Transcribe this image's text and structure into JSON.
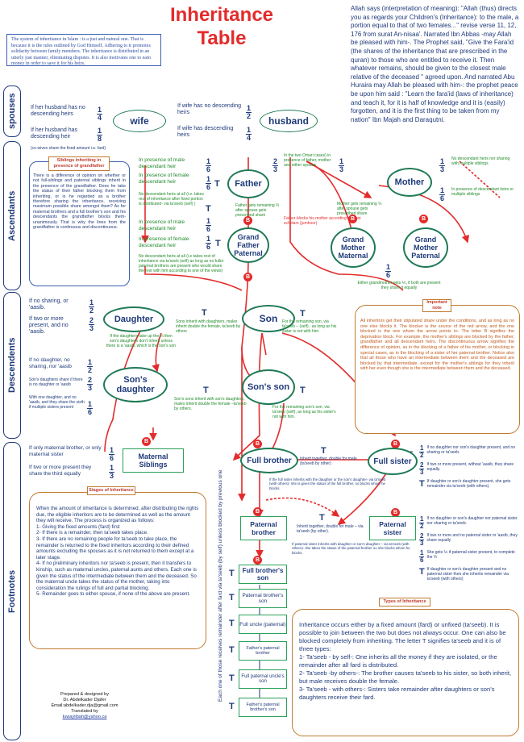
{
  "title": "Inheritance Table",
  "quote": "Allah says (interpretation of meaning): \"Allah (thus) directs you as regards your Children's (Inheritance): to the male, a portion equal to that of two females...\" revise verse 11, 12, 176 from surat An-nisaa'. Narrated Ibn Abbas -may Allah be pleased with him-. The Prophet said, \"Give the Fara'id (the shares of the inheritance that are prescribed in the quran) to those who are entitled to receive it. Then whatever remains, should be given to the closest male relative of the deceased \" agreed upon. And narrated Abu Huraira may Allah be pleased with him-: the prophet peace be upon him said : \"Learn the fara'id (laws of inheritance) and teach it, for it is half of knowledge and it is (easily) forgotten, and it is the first thing to be taken from my nation\" Ibn Majah and Daraqutni.",
  "intro": "The system of inheritance in Islam : is a just and natural one. That is because it is the rules outlined by God Himself. Adhering to it promotes solidarity between family members. The inheritance is distributed in an utterly just manner, eliminating disputes. It is also motivates one to earn money in order to save it for his heirs.",
  "sections": {
    "spouses": "spouses",
    "ascendants": "Ascendants",
    "descendants": "Descendents",
    "footnotes": "Footnotes"
  },
  "spouses": {
    "wife": "wife",
    "husband": "husband",
    "wife_a": "If her husband has no descending heirs",
    "wife_a_f": [
      "1",
      "4"
    ],
    "wife_b": "If her husband has descending heir",
    "wife_b_f": [
      "1",
      "8"
    ],
    "wife_note": "(co-wives share the fixed amount i.e. fard)",
    "hus_a": "If wife has no descending heirs",
    "hus_a_f": [
      "1",
      "2"
    ],
    "hus_b": "If wife has descending heirs",
    "hus_b_f": [
      "1",
      "4"
    ]
  },
  "siblings_box": {
    "tag": "Siblings inheriting in presence of grandfather",
    "text": "There is a difference of opinion on whether or not full-siblings and paternal siblings inherit in the presence of the grandfather. Does he take the status of their father blocking them from inheriting, or is he regarded as a brother therefore sharing the inheritance, receiving maximum possible share amongst them? As for maternal brothers and a full brother's son and his descendants the grandfather blocks them- unanimously. That is why the lines from the grandfather is continuous and discontinuous."
  },
  "father": {
    "label": "Father",
    "a": "In presence of male descendant heir",
    "a_f": [
      "1",
      "6"
    ],
    "b": "In presence of female descendant heir",
    "b_f": [
      "1",
      "6"
    ],
    "c": "No descendant heirs at all (i.e. takes rest of inheritance after fixed portion is distributed- via ta'seeb (self) )",
    "note1": "In the two Omari cases) in presence of father, mother and either spouse",
    "note1_f": [
      "2",
      "3"
    ],
    "note2": "Father gets remaining ⅔ after spouse gets prescribed share",
    "blocks": "Father blocks his mother according to most scholars (jumhoor)"
  },
  "mother": {
    "label": "Mother",
    "a": "No descendant heirs nor sharing with multiple siblings",
    "a_f": [
      "1",
      "3"
    ],
    "b": "In presence of descendant heirs or multiple siblings",
    "b_f": [
      "1",
      "6"
    ],
    "note": "Mother gets remaining ⅓ after spouse gets prescribed share",
    "note_f": [
      "1",
      "3"
    ]
  },
  "grandfather": {
    "label": "Grand Father Paternal",
    "a": "In presence of male descendant heir",
    "a_f": [
      "1",
      "6"
    ],
    "b": "In presence of female descendant heir",
    "b_f": [
      "1",
      "6"
    ],
    "c": "No descendant heirs at all (i.e takes rest of inheritance via ta'seeb (self) as long as no fullor paternal brothers are present who would share the rest with him according to one of the views)"
  },
  "gm_maternal": "Grand Mother Maternal",
  "gm_paternal": "Grand Mother Paternal",
  "gm_note": "Either grandmother gets ⅙, if both are present they share it equally",
  "gm_f": [
    "1",
    "6"
  ],
  "daughter": {
    "label": "Daughter",
    "a": "If no sharing, or 'aasib.",
    "a_f": [
      "1",
      "2"
    ],
    "b": "If two or more present, and no 'aasib.",
    "b_f": [
      "2",
      "3"
    ],
    "note": "If the daughters take up the ⅔ then son's daughters don't inherit unless there is a 'aasib, which is the son's son",
    "sons": "Sons inherit with daughters, males inherit double the female, ta'seeb by others"
  },
  "son": {
    "label": "Son",
    "text": "For the remaining son, via ta'seeb – (self) , as long as his sister is not with him"
  },
  "sons_daughter": {
    "label": "Son's daughter",
    "a": "If no daughter, no sharing, nor 'aasib",
    "a_f": [
      "1",
      "2"
    ],
    "b": "Son's daughters share if there is no daughter or 'aasib",
    "b_f": [
      "2",
      "3"
    ],
    "c": "With one daughter, and no 'aasib, and they share the sixth if multiple sisters present",
    "c_f": [
      "1",
      "6"
    ],
    "note": "Son's sons inherit with son's daughters, males inherit double the female –ta'seeb by others."
  },
  "sons_son": {
    "label": "Son's son",
    "text": "For the remaining son's son, via ta'seeb (self), as long as his sister's not with him."
  },
  "important": {
    "tag": "Important note",
    "text": "All inheritors get their stipulated share under the conditions, and as long as no one else blocks it. The blocker is the source of the red arrow, and the one blocked is the one whom the arrow points to. The letter B signifies the deprivation block. For example, the mother's siblings are blocked by the father, grandfather and all descendant heirs. The discontinuous arrow signifies the difference of opinion, as in the blocking of a father of his mother, or blocking in special cases, as in the blocking of a sister of her paternal brother. Notice also that all those who have an intermediate between them and the deceased are blocked by that intermediate, except for the mother's siblings for they inherit with her even though she is the intermediate between them and the deceased."
  },
  "maternal": {
    "label": "Maternal Siblings",
    "a": "If only maternal brother, or only maternal sister",
    "a_f": [
      "1",
      "6"
    ],
    "b": "If two or more present they share the third equally",
    "b_f": [
      "1",
      "3"
    ]
  },
  "full_brother": "Full brother",
  "full_sister": "Full sister",
  "fb_note": "Inherit together, double for male (ta'seeb by other)",
  "fs_note": "If the full sister inherits with the daughter or the son's daughter- via ta'seeb (with others)- she is given the status of the full brother, so blocks whom he blocks.",
  "full_sister_rules": [
    {
      "f": [
        "1",
        "2"
      ],
      "t": "If no daughter nor son's daughter present, and no sharing or ta'seeb."
    },
    {
      "f": [
        "2",
        "3"
      ],
      "t": "If two or more present, without 'aasib, they share equally."
    },
    {
      "f": [
        "T",
        ""
      ],
      "t": "If daughter or son's daughter present, she gets remainder via ta'seeb (with others)."
    }
  ],
  "paternal_brother": "Paternal brother",
  "paternal_sister": "Paternal sister",
  "pb_note": "Inherit together, double for male – via ta'seeb (by other).",
  "ps_note": "If paternal sister inherits with daughter or son's daughter – via ta'seeb (with others)- she takes the status of the paternal brother so she blocks whom he blocks.",
  "paternal_sister_rules": [
    {
      "f": [
        "1",
        "2"
      ],
      "t": "If no daughter or son's daughter nor paternal sister nor sharing or ta'seeb."
    },
    {
      "f": [
        "2",
        "3"
      ],
      "t": "If two or more and no paternal sister or 'aasib, they share equally"
    },
    {
      "f": [
        "1",
        "6"
      ],
      "t": "She gets ⅙ if paternal sister present, to complete the ⅔"
    },
    {
      "f": [
        "T",
        ""
      ],
      "t": "If daughter or son's daughter present and no paternal sister then she inherits remainder via ta'seeb (with others)"
    }
  ],
  "chain": [
    "Full brother's son",
    "Paternal brother's son",
    "Full uncle (paternal)",
    "Father's paternal brother",
    "Full paternal uncle's son",
    "Father's paternal brother's son"
  ],
  "vertical_note": "Each one of those receives remainder after fard via ta'seeb (by self) unless blocked by previous one",
  "stages": {
    "tag": "Stages of Inheritance",
    "intro": "When the amount of inheritance is determined, after distributing the rights due, the eligible inheritors are to be determined as well as the amount they will receive. The process is organized as follows:",
    "items": [
      "1- Giving the fixed amounts (fard) first",
      "2- If there is a remainder, then ta'seeb takes place.",
      "3- If there are no remaining people for ta'seeb to take place, the remainder is returned to the fixed inheritors according to their defined amounts excluding the spouses as it is not returned to them except at a later stage.",
      "4- If no preliminary inheritors nor ta'seeb is present, then it transfers to kinship, such as maternal uncles, paternal aunts and others. Each one is given the status of the intermediate between them and the deceased. So the maternal uncle takes the status of the mother, taking into consideration the rulings of full and partial blocking.",
      "5- Remainder goes to either spouse, if none of the above are present."
    ]
  },
  "types": {
    "tag": "Types of Inheritance",
    "intro": "Inheritance occurs either by a fixed amount (fard) or unfixed (ta'seeb). It is possible to join between the two but does not always occur. One can also be blocked completely from inheriting. The letter T signifies ta'seeb and it is of three types:",
    "items": [
      "1- Ta'seeb - by self-: One inherits all the money if they are isolated, or the remainder after all fard is distributed.",
      "2- Ta'seeb -by others-: The brother causes ta'seeb to his sister, so both inherit, but male receives double the female.",
      "3- Ta'seeb - with others-: Sisters take remainder after daughters or son's daughters receive their fard."
    ]
  },
  "credits": {
    "l1": "Prepared & designed by",
    "l2": "Dr. Abdelkader Djafer",
    "l3": "Email:abdelkader.dja@gmail.com",
    "l4": "Translated by",
    "l5": "tuwaylibah@yahoo.ca"
  },
  "letters": {
    "T": "T",
    "B": "B"
  },
  "colors": {
    "title": "#e32b2b",
    "text": "#1f3a7a",
    "green": "#1f8a2a",
    "block": "#e32b2b",
    "border": "#2aa05a",
    "brown": "#c07a30"
  }
}
